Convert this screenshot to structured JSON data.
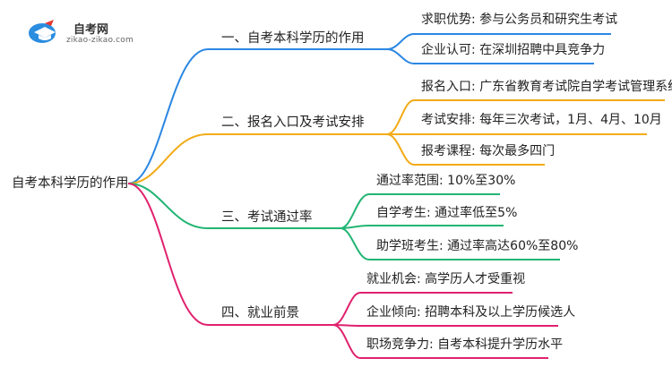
{
  "logo": {
    "title": "自考网",
    "url": "zikao-zikao.com",
    "icon": "graduation-cap-icon",
    "colors": [
      "#2a8de0",
      "#e53935"
    ]
  },
  "root": {
    "label": "自考本科学历的作用"
  },
  "branches": [
    {
      "label": "一、自考本科学历的作用",
      "color": "#2b87e3",
      "children": [
        "求职优势: 参与公务员和研究生考试",
        "企业认可: 在深圳招聘中具竞争力"
      ]
    },
    {
      "label": "二、报名入口及考试安排",
      "color": "#f2ab17",
      "children": [
        "报名入口: 广东省教育考试院自学考试管理系统",
        "考试安排: 每年三次考试，1月、4月、10月",
        "报考课程: 每次最多四门"
      ]
    },
    {
      "label": "三、考试通过率",
      "color": "#22b573",
      "children": [
        "通过率范围: 10%至30%",
        "自学考生: 通过率低至5%",
        "助学班考生: 通过率高达60%至80%"
      ]
    },
    {
      "label": "四、就业前景",
      "color": "#e0216e",
      "children": [
        "就业机会: 高学历人才受重视",
        "企业倾向: 招聘本科及以上学历候选人",
        "职场竞争力: 自考本科提升学历水平"
      ]
    }
  ]
}
